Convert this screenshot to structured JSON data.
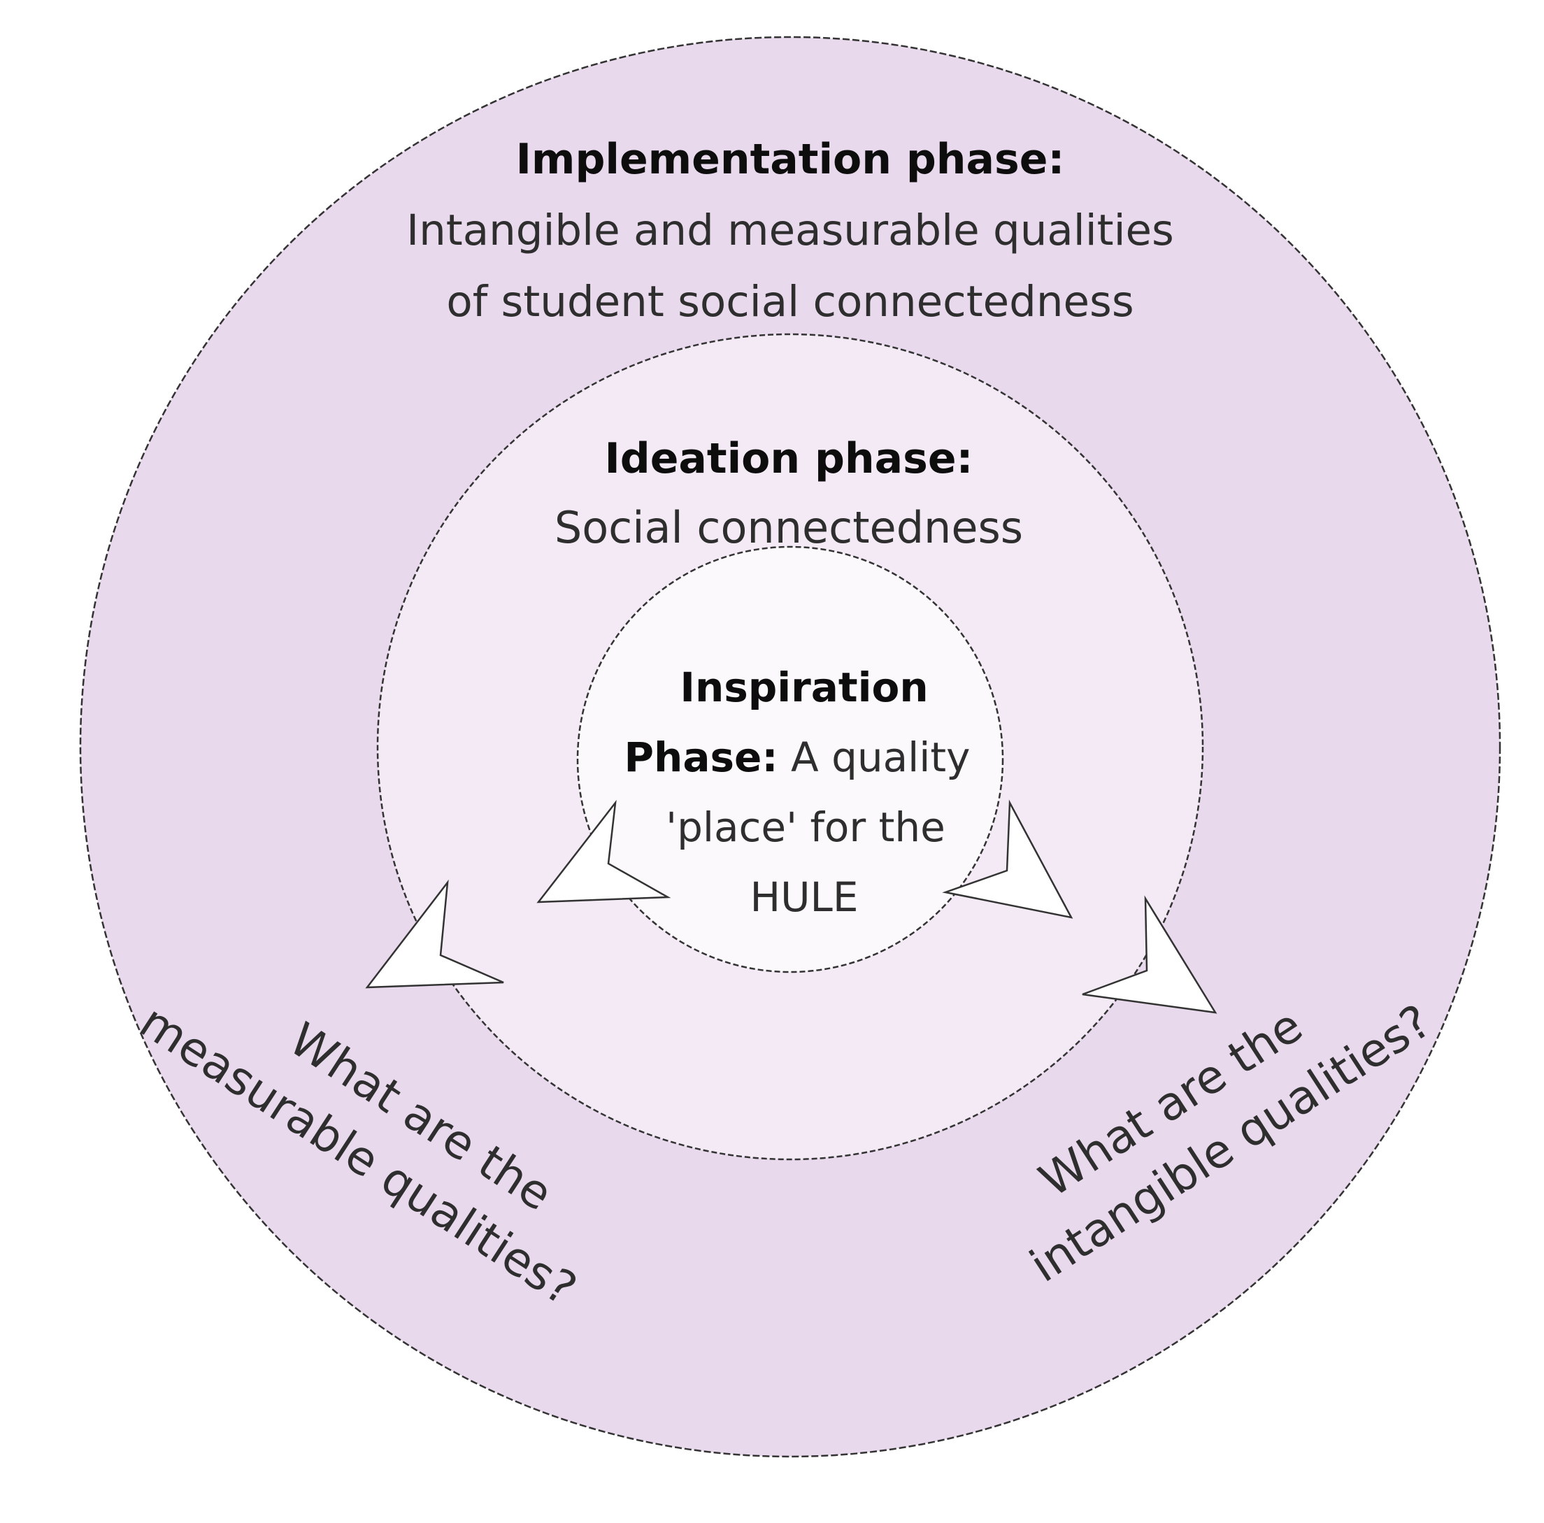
{
  "diagram": {
    "rings": {
      "outer": {
        "fill": "#e8d9ec",
        "heading": "Implementation phase:",
        "line1": "Intangible and measurable qualities",
        "line2": "of student social connectedness"
      },
      "middle": {
        "fill": "#f3eaf5",
        "heading": "Ideation phase:",
        "line1": "Social connectedness"
      },
      "inner": {
        "fill": "#fcf9fc",
        "heading": "Inspiration",
        "heading2": "Phase:",
        "line1": " A quality",
        "line2": "'place' for the",
        "line3": "HULE"
      }
    },
    "questions": {
      "left": {
        "line1": "What are the",
        "line2": "measurable qualities?"
      },
      "right": {
        "line1": "What are the",
        "line2": "intangible qualities?"
      }
    },
    "colors": {
      "stroke": "#333333",
      "arrow_fill": "#ffffff"
    }
  }
}
